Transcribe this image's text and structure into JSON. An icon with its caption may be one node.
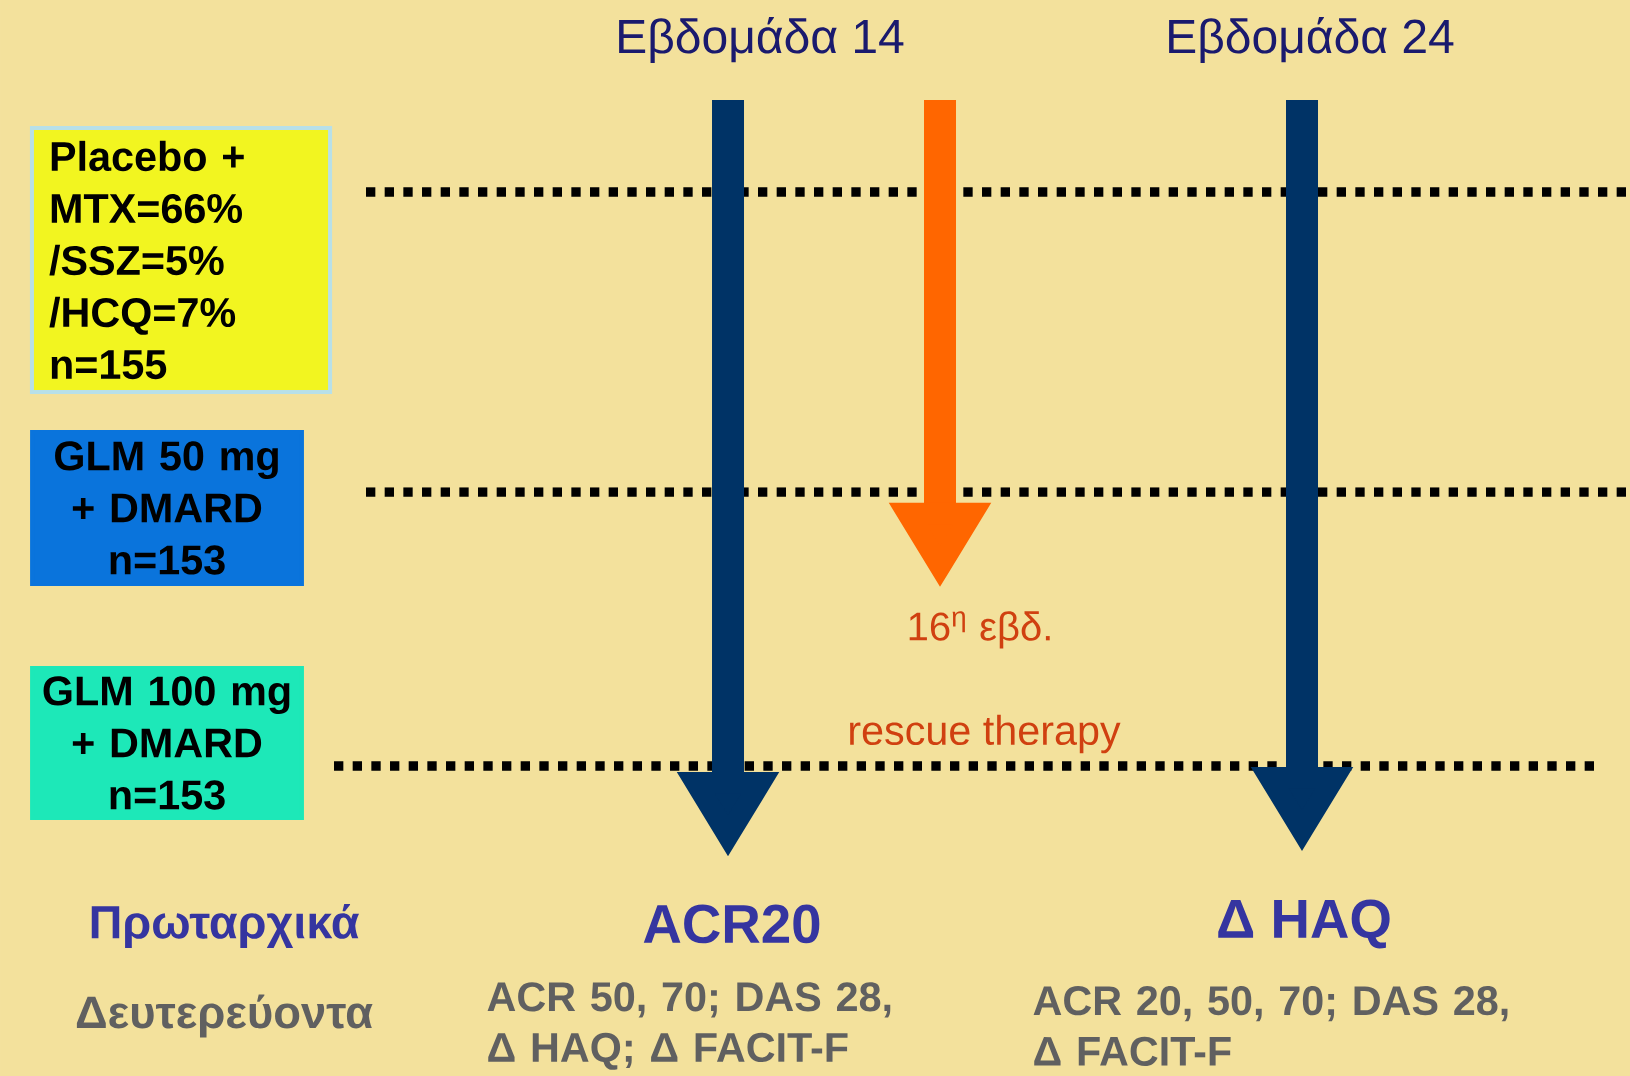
{
  "diagram": {
    "nodes": [
      {
        "text": [
          "Placebo + MTX=66% /SSZ=5% /HCQ=7% n=155"
        ]
      },
      {
        "text": [
          "GLM 50 mg + DMARD n=153"
        ]
      },
      {
        "text": [
          "GLM 100 mg + DMARD n=153"
        ]
      },
      {
        "text": [
          "ACR20"
        ]
      },
      {
        "text": [
          "Δ HAQ"
        ]
      },
      {
        "text": [
          "16$^{η}$ εβδ."
        ]
      }
    ],
    "edges": [
      {
        "from": null,
        "to": 3,
        "arrow": "to"
      },
      {
        "from": null,
        "to": 5,
        "arrow": "to",
        "color": "#ff6600"
      },
      {
        "from": null,
        "to": 4,
        "arrow": "to"
      }
    ],
    "labels": [
      "Εβδομάδα 14",
      "Εβδομάδα 24",
      "rescue therapy",
      "Πρωταρχικά",
      "Δευτερεύοντα",
      "ACR 50, 70; DAS 28, Δ HAQ; Δ FACIT-F",
      "ACR 20, 50, 70; DAS 28, Δ FACIT-F"
    ]
  }
}
